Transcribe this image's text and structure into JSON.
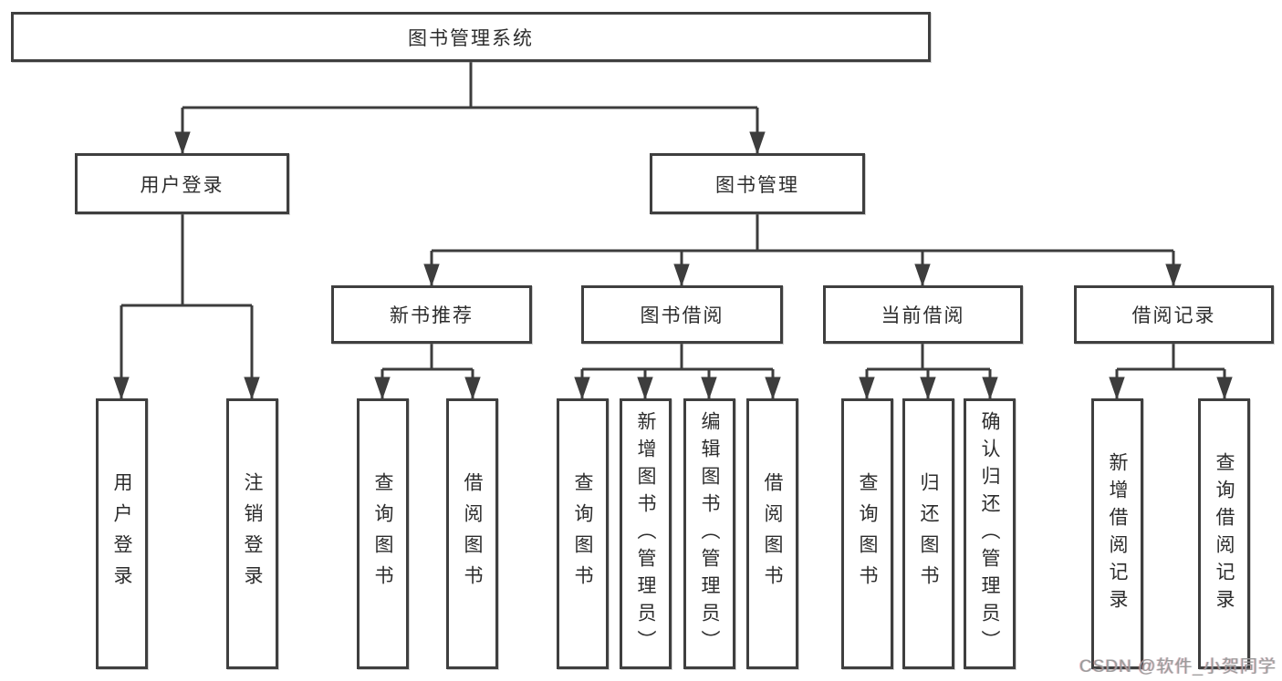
{
  "diagram": {
    "title": "图书管理系统",
    "root": {
      "label": "图书管理系统"
    },
    "level2": [
      {
        "id": "user-login",
        "label": "用户登录"
      },
      {
        "id": "book-management",
        "label": "图书管理"
      }
    ],
    "level3": [
      {
        "id": "new-book-recommend",
        "label": "新书推荐",
        "parent": "图书管理"
      },
      {
        "id": "book-borrow",
        "label": "图书借阅",
        "parent": "图书管理"
      },
      {
        "id": "current-borrow",
        "label": "当前借阅",
        "parent": "图书管理"
      },
      {
        "id": "borrow-records",
        "label": "借阅记录",
        "parent": "图书管理"
      }
    ],
    "leaves": [
      {
        "id": "user-login-leaf",
        "label": "用户登录",
        "parent": "用户登录"
      },
      {
        "id": "logout-leaf",
        "label": "注销登录",
        "parent": "用户登录"
      },
      {
        "id": "query-books-1",
        "label": "查询图书",
        "parent": "新书推荐"
      },
      {
        "id": "borrow-books-1",
        "label": "借阅图书",
        "parent": "新书推荐"
      },
      {
        "id": "query-books-2",
        "label": "查询图书",
        "parent": "图书借阅"
      },
      {
        "id": "add-book-admin",
        "label": "新增图书（管理员）",
        "parent": "图书借阅"
      },
      {
        "id": "edit-book-admin",
        "label": "编辑图书（管理员）",
        "parent": "图书借阅"
      },
      {
        "id": "borrow-books-2",
        "label": "借阅图书",
        "parent": "图书借阅"
      },
      {
        "id": "query-books-3",
        "label": "查询图书",
        "parent": "当前借阅"
      },
      {
        "id": "return-book",
        "label": "归还图书",
        "parent": "当前借阅"
      },
      {
        "id": "confirm-return-admin",
        "label": "确认归还（管理员）",
        "parent": "当前借阅"
      },
      {
        "id": "add-borrow-record",
        "label": "新增借阅记录",
        "parent": "借阅记录"
      },
      {
        "id": "query-borrow-record",
        "label": "查询借阅记录",
        "parent": "借阅记录"
      }
    ]
  },
  "watermark": {
    "text": "CSDN @软件_小贺同学"
  },
  "colors": {
    "line": "#3d3d3d",
    "border": "#3f3f3f",
    "text": "#2d2d2d",
    "background": "#ffffff",
    "watermark_text": "#9b9b9b"
  }
}
